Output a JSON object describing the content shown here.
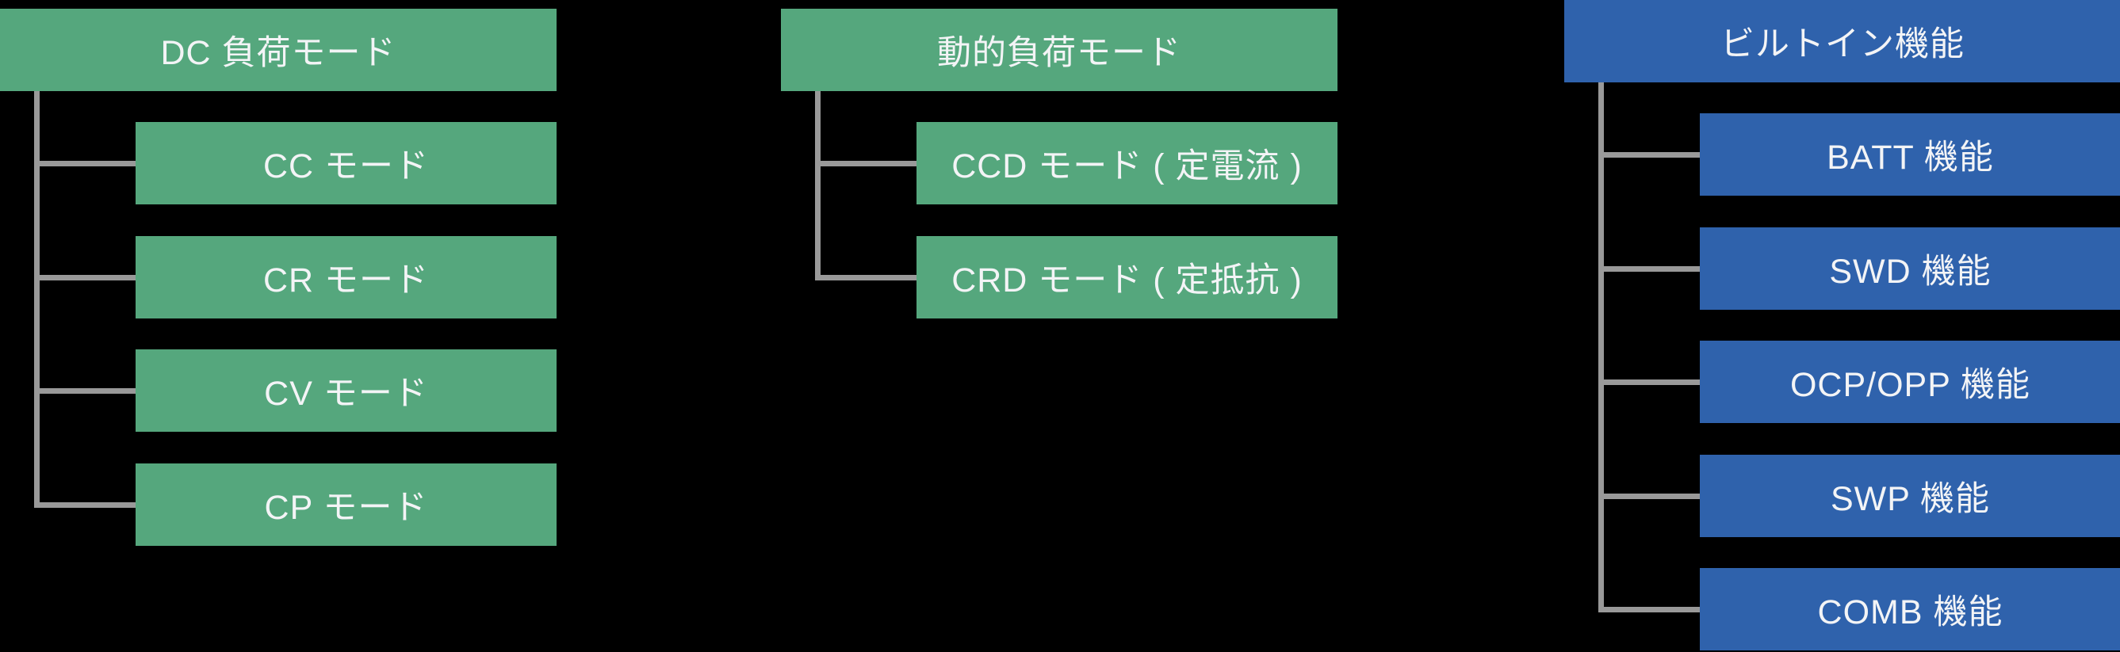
{
  "diagram": {
    "background_color": "#000000",
    "connector_color": "#999999",
    "text_color": "#f3f4f6",
    "columns": [
      {
        "id": "dc-load-mode",
        "accent_color": "#55a77d",
        "title": "DC 負荷モード",
        "children": [
          {
            "id": "cc-mode",
            "label": "CC モード"
          },
          {
            "id": "cr-mode",
            "label": "CR モード"
          },
          {
            "id": "cv-mode",
            "label": "CV モード"
          },
          {
            "id": "cp-mode",
            "label": "CP モード"
          }
        ]
      },
      {
        "id": "dynamic-load-mode",
        "accent_color": "#55a77d",
        "title": "動的負荷モード",
        "children": [
          {
            "id": "ccd-mode",
            "label": "CCD モード ( 定電流 )"
          },
          {
            "id": "crd-mode",
            "label": "CRD モード ( 定抵抗 )"
          }
        ]
      },
      {
        "id": "built-in-functions",
        "accent_color": "#2f62ac",
        "title": "ビルトイン機能",
        "children": [
          {
            "id": "batt-function",
            "label": "BATT 機能"
          },
          {
            "id": "swd-function",
            "label": "SWD 機能"
          },
          {
            "id": "ocp-opp-function",
            "label": "OCP/OPP 機能"
          },
          {
            "id": "swp-function",
            "label": "SWP 機能"
          },
          {
            "id": "comb-function",
            "label": "COMB 機能"
          }
        ]
      }
    ]
  }
}
